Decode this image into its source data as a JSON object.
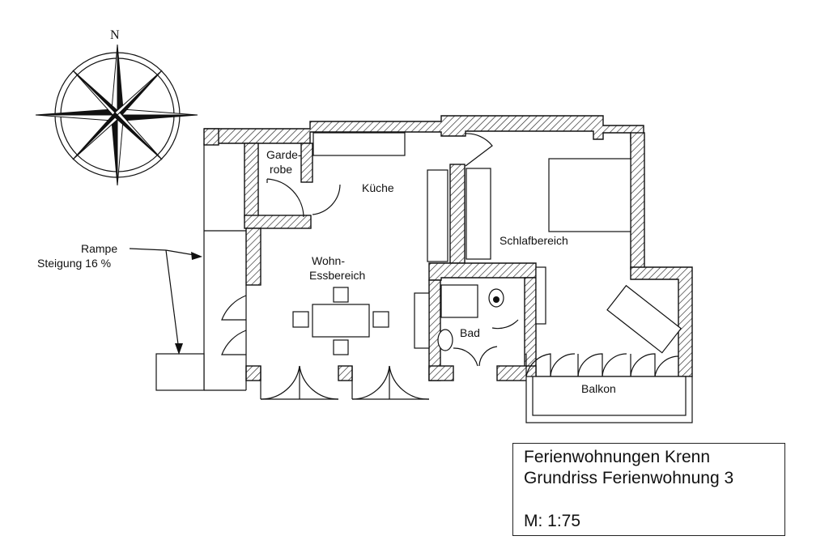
{
  "compass": {
    "north_label": "N"
  },
  "rooms": {
    "garderobe_line1": "Garde-",
    "garderobe_line2": "robe",
    "kueche": "Küche",
    "wohn_line1": "Wohn-",
    "wohn_line2": "Essbereich",
    "schlafbereich": "Schlafbereich",
    "bad": "Bad",
    "balkon": "Balkon"
  },
  "ramp": {
    "line1": "Rampe",
    "line2": "Steigung 16 %"
  },
  "title_block": {
    "line1": "Ferienwohnungen Krenn",
    "line2": "Grundriss Ferienwohnung 3",
    "scale": "M: 1:75"
  }
}
